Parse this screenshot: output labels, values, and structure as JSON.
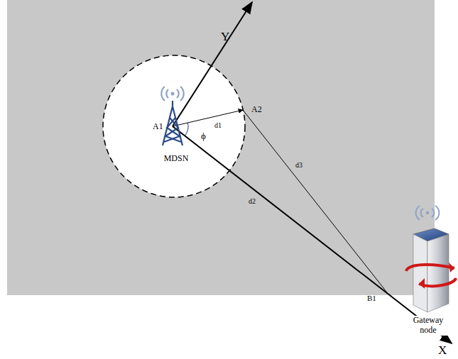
{
  "diagram": {
    "labels": [
      "Y",
      "A1",
      "ϕ",
      "MDSN",
      "d1",
      "A2",
      "d3",
      "d2",
      "B1",
      "Gateway node",
      "X"
    ]
  }
}
